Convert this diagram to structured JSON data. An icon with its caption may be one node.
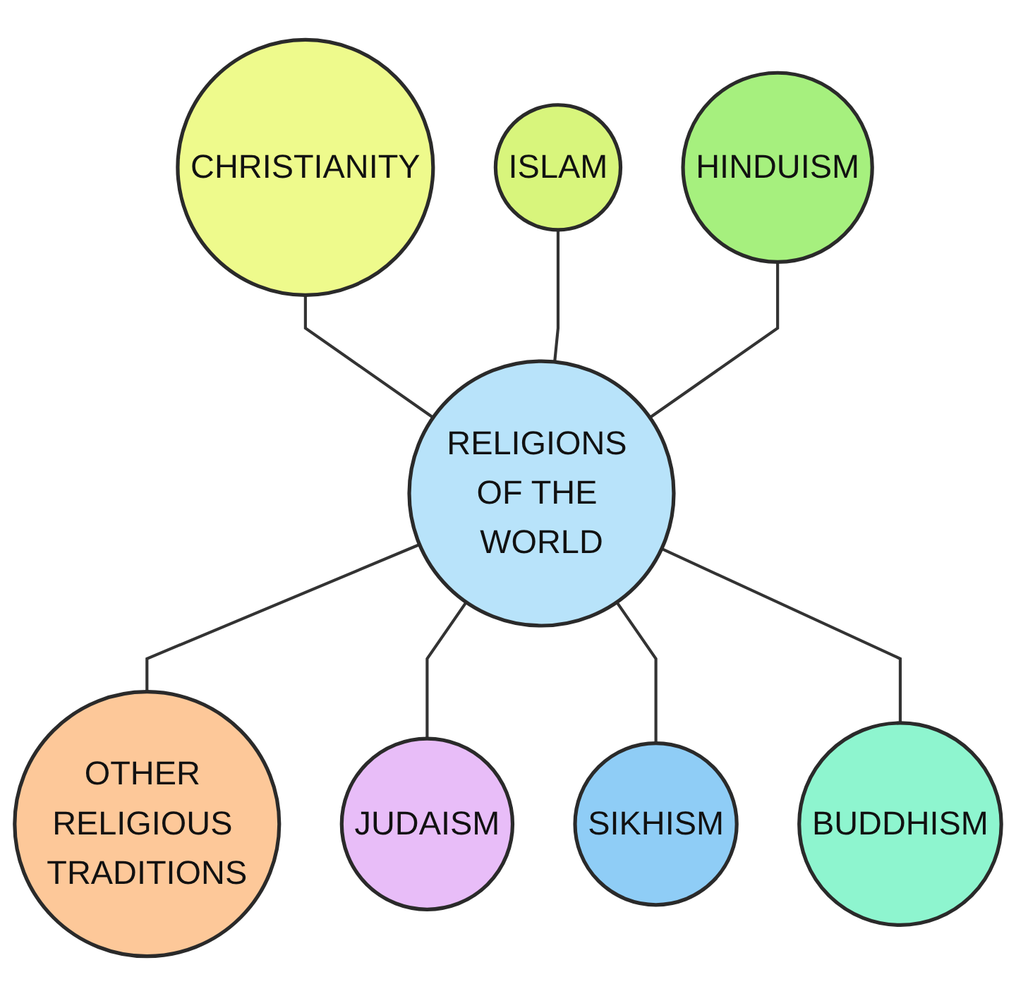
{
  "diagram": {
    "nodes": [
      {
        "text": [
          "ISLAM"
        ]
      },
      {
        "text": [
          "CHRISTIANITY"
        ]
      },
      {
        "text": [
          "HINDUISM"
        ]
      },
      {
        "text": [
          "RELIGIONS OF THE WORLD"
        ]
      },
      {
        "text": [
          "OTHER RELIGIOUS TRADITIONS"
        ]
      },
      {
        "text": [
          "BUDDHISM"
        ]
      },
      {
        "text": [
          "JUDAISM"
        ]
      },
      {
        "text": [
          "SIKHISM"
        ]
      }
    ],
    "edges": [
      {
        "from": 1,
        "to": 3,
        "arrow": "none"
      },
      {
        "from": 0,
        "to": 3,
        "arrow": "none"
      },
      {
        "from": 2,
        "to": 3,
        "arrow": "none"
      },
      {
        "from": 3,
        "to": 4,
        "arrow": "none"
      },
      {
        "from": 3,
        "to": 6,
        "arrow": "none"
      },
      {
        "from": 3,
        "to": 7,
        "arrow": "none"
      },
      {
        "from": 3,
        "to": 5,
        "arrow": "none"
      }
    ]
  }
}
